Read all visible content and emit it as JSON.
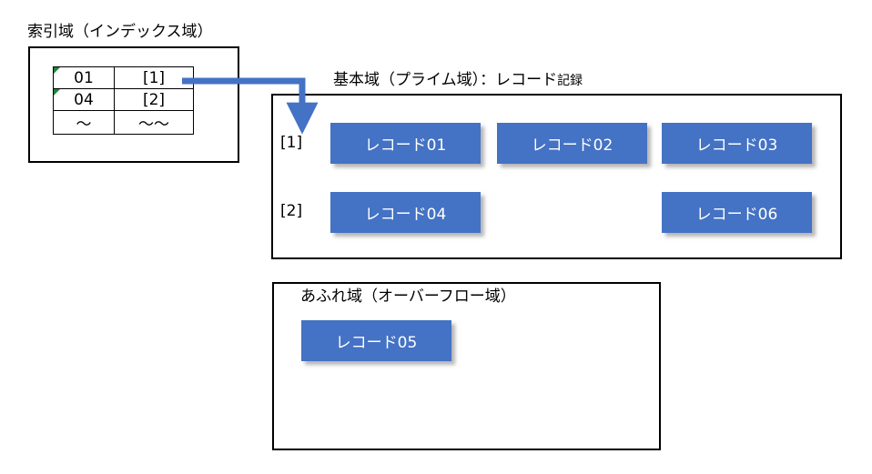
{
  "diagram": {
    "index_area": {
      "title": "索引域（インデックス域）",
      "table": {
        "rows": [
          {
            "key": "01",
            "pointer": "[1]",
            "flag": true
          },
          {
            "key": "04",
            "pointer": "[2]",
            "flag": true
          },
          {
            "key": "～",
            "pointer": "～～",
            "flag": false
          }
        ]
      }
    },
    "prime_area": {
      "title_main": "基本域（プライム域）：レコード",
      "title_suffix": "記録",
      "slots": [
        {
          "label": "[1]",
          "records": [
            {
              "label": "レコード01",
              "present": true
            },
            {
              "label": "レコード02",
              "present": true
            },
            {
              "label": "レコード03",
              "present": true
            }
          ]
        },
        {
          "label": "[2]",
          "records": [
            {
              "label": "レコード04",
              "present": true
            },
            {
              "label": "",
              "present": false
            },
            {
              "label": "レコード06",
              "present": true
            }
          ]
        }
      ]
    },
    "overflow_area": {
      "title": "あふれ域（オーバーフロー域）",
      "records": [
        {
          "label": "レコード05"
        }
      ]
    },
    "connector": {
      "from": "index-pointer-1",
      "to": "prime-slot-1",
      "color": "#4472c4"
    }
  },
  "colors": {
    "record_fill": "#4472c4",
    "record_text": "#ffffff",
    "border": "#000000",
    "flag_marker": "#21853b",
    "arrow": "#4472c4"
  }
}
